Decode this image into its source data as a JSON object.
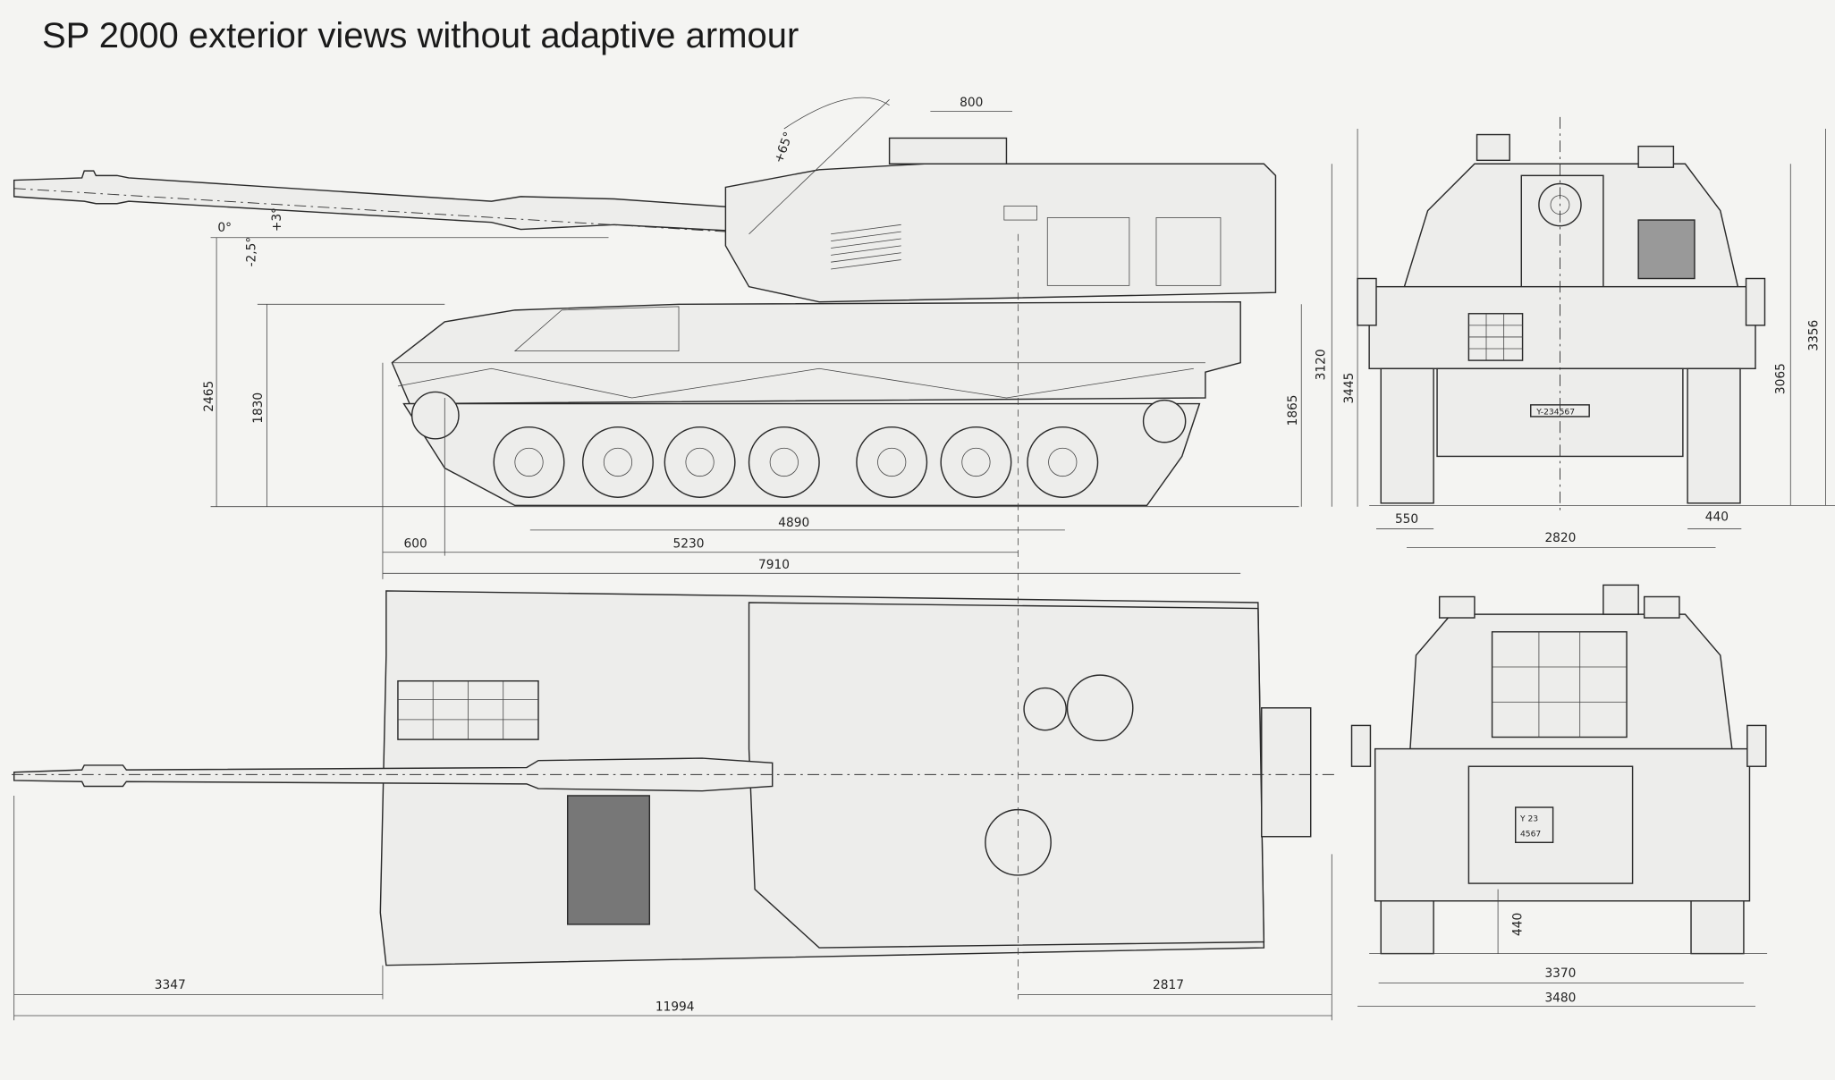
{
  "title": "SP 2000 exterior views without adaptive armour",
  "side_view": {
    "turret_width_dim": "800",
    "elevation_max": "+65°",
    "elevation_zero": "0°",
    "elevation_plus3": "+3°",
    "depression": "-2,5°",
    "height_overall": "2465",
    "height_hull": "1830",
    "height_1865": "1865",
    "height_3120": "3120",
    "height_3445": "3445",
    "track_contact": "4890",
    "length_5230": "5230",
    "front_overhang": "600",
    "hull_length": "7910"
  },
  "front_view": {
    "height_3356": "3356",
    "height_3065": "3065",
    "track_width_left": "550",
    "track_width_right": "440",
    "track_centres": "2820",
    "plate": "Y-234567"
  },
  "top_view": {
    "barrel_overhang": "3347",
    "rear_overhang": "2817",
    "overall_length": "11994"
  },
  "rear_view": {
    "ground_clearance": "440",
    "width_3370": "3370",
    "width_overall": "3480",
    "plate_line1": "Y 23",
    "plate_line2": "4567"
  }
}
